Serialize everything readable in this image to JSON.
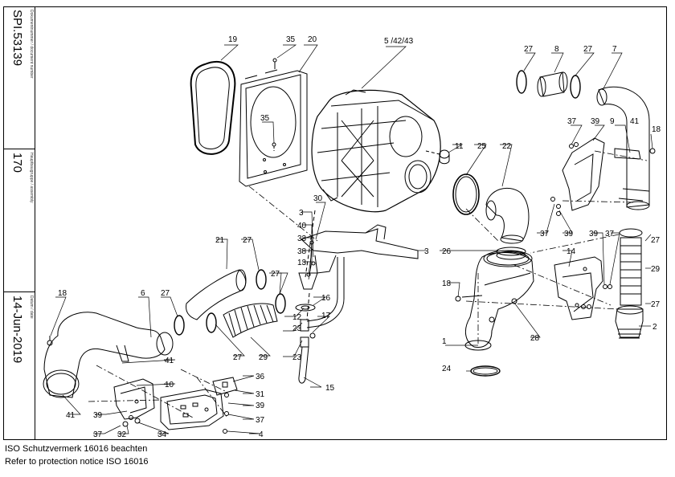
{
  "title_block": {
    "doc_label": "Dokumentnummer / document number",
    "doc_value": "SPI.53139",
    "assembly_label": "Hauptbaugruppe / assembly",
    "assembly_value": "170",
    "date_label": "Datum / date",
    "date_value": "14-Jun-2019"
  },
  "notice": {
    "line1": "ISO Schutzvermerk 16016 beachten",
    "line2": "Refer to protection notice ISO 16016"
  },
  "callouts": {
    "c19": "19",
    "c35a": "35",
    "c20": "20",
    "c5": "5 /42/43",
    "c35b": "35",
    "c27a": "27",
    "c8": "8",
    "c27b": "27",
    "c7": "7",
    "c37a": "37",
    "c39a": "39",
    "c9": "9",
    "c41a": "41",
    "c18a": "18",
    "c11": "11",
    "c25": "25",
    "c22": "22",
    "c30": "30",
    "c3a": "3",
    "c40": "40",
    "c33": "33",
    "c38": "38",
    "c13": "13",
    "c3b": "3",
    "c21": "21",
    "c27c": "27",
    "c27d": "27",
    "c16": "16",
    "c12": "12",
    "c23a": "23",
    "c17": "17",
    "c23b": "23",
    "c26": "26",
    "c14": "14",
    "c39b": "39",
    "c37b": "37",
    "c37c": "37",
    "c39c": "39",
    "c27e": "27",
    "c29a": "29",
    "c27f": "27",
    "c2": "2",
    "c18b": "18",
    "c1": "1",
    "c28": "28",
    "c24": "24",
    "c15": "15",
    "c18c": "18",
    "c6": "6",
    "c27g": "27",
    "c41b": "41",
    "c10": "10",
    "c27h": "27",
    "c29b": "29",
    "c36": "36",
    "c31": "31",
    "c39d": "39",
    "c37d": "37",
    "c4": "4",
    "c41c": "41",
    "c39e": "39",
    "c37e": "37",
    "c32": "32",
    "c34": "34"
  }
}
